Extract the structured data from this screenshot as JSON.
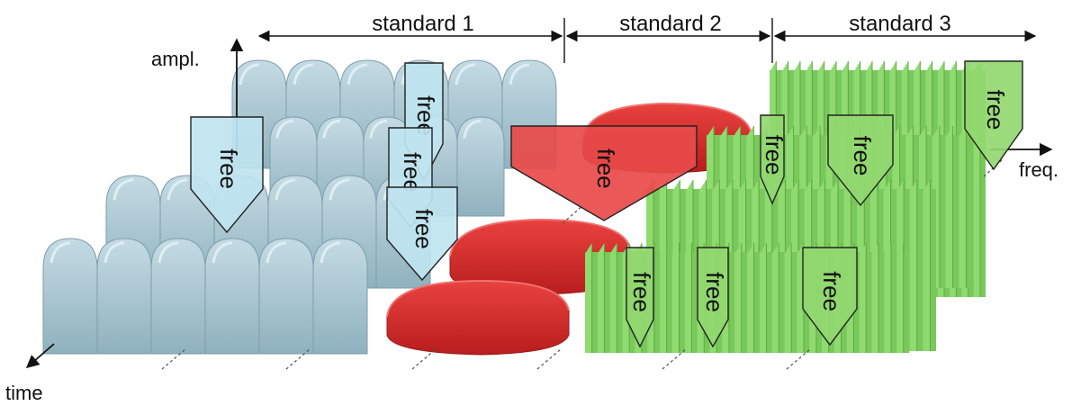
{
  "axes": {
    "amplitude_label": "ampl.",
    "frequency_label": "freq.",
    "time_label": "time"
  },
  "standards": [
    {
      "label": "standard 1",
      "color": "#9dbdca"
    },
    {
      "label": "standard 2",
      "color": "#dc3232"
    },
    {
      "label": "standard 3",
      "color": "#7ed060"
    }
  ],
  "free_label": "free",
  "colors": {
    "free_zone_fill": "#bfe4f0",
    "standard_1_block": "#9dbdca",
    "standard_2_block": "#dc3232",
    "standard_3_block": "#7ed060",
    "free_zone_red": "#e84a4a",
    "free_zone_green": "#92d870"
  }
}
